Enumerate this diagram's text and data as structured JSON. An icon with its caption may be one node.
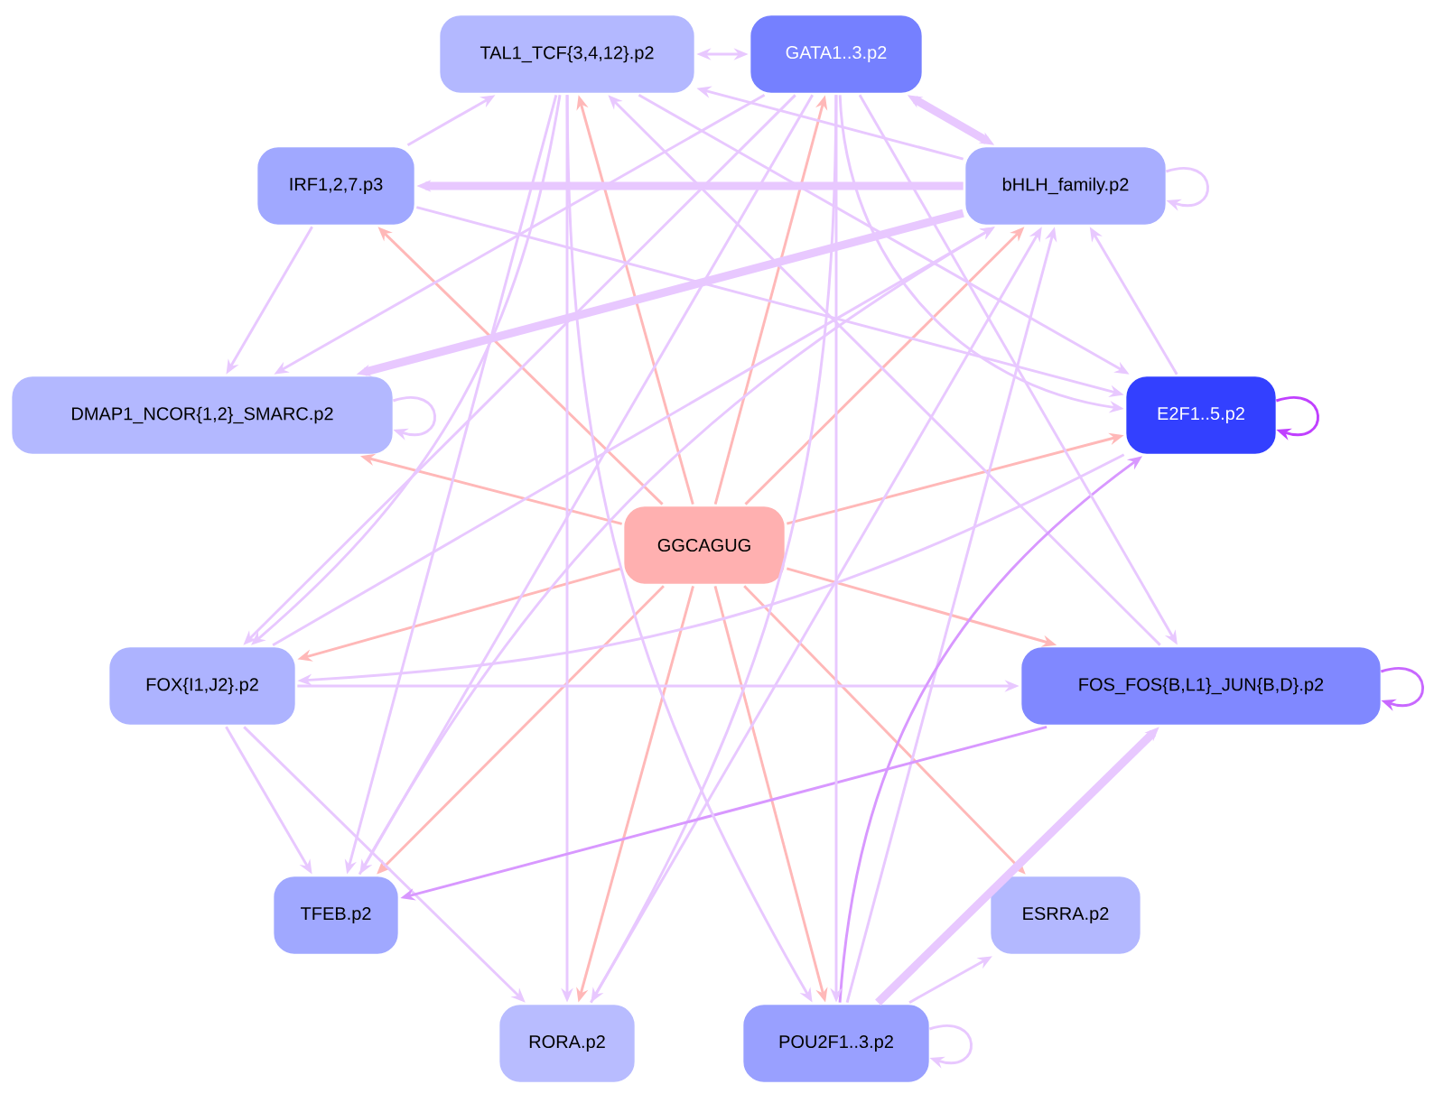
{
  "diagram": {
    "nodes": [
      {
        "text": [
          "GGCAGUG"
        ]
      },
      {
        "text": [
          "TAL1_TCF{3,4,12}.p2"
        ]
      },
      {
        "text": [
          "GATA1..3.p2"
        ]
      },
      {
        "text": [
          "IRF1,2,7.p3"
        ]
      },
      {
        "text": [
          "bHLH_family.p2"
        ]
      },
      {
        "text": [
          "DMAP1_NCOR{1,2}_SMARC.p2"
        ]
      },
      {
        "text": [
          "E2F1..5.p2"
        ]
      },
      {
        "text": [
          "FOX{I1,J2}.p2"
        ]
      },
      {
        "text": [
          "FOS_FOS{B,L1}_JUN{B,D}.p2"
        ]
      },
      {
        "text": [
          "TFEB.p2"
        ]
      },
      {
        "text": [
          "ESRRA.p2"
        ]
      },
      {
        "text": [
          "RORA.p2"
        ]
      },
      {
        "text": [
          "POU2F1..3.p2"
        ]
      }
    ],
    "edges": [
      {
        "from": 0,
        "to": 1,
        "arrow": "to",
        "color": "#ffb8b8"
      },
      {
        "from": 0,
        "to": 2,
        "arrow": "to",
        "color": "#ffb8b8"
      },
      {
        "from": 0,
        "to": 3,
        "arrow": "to",
        "color": "#ffb8b8"
      },
      {
        "from": 0,
        "to": 4,
        "arrow": "to",
        "color": "#ffb8b8"
      },
      {
        "from": 0,
        "to": 5,
        "arrow": "to",
        "color": "#ffb8b8"
      },
      {
        "from": 0,
        "to": 6,
        "arrow": "to",
        "color": "#ffb8b8"
      },
      {
        "from": 0,
        "to": 7,
        "arrow": "to",
        "color": "#ffb8b8"
      },
      {
        "from": 0,
        "to": 8,
        "arrow": "to",
        "color": "#ffb8b8"
      },
      {
        "from": 0,
        "to": 9,
        "arrow": "to",
        "color": "#ffb8b8"
      },
      {
        "from": 0,
        "to": 10,
        "arrow": "to",
        "color": "#ffb8b8"
      },
      {
        "from": 0,
        "to": 11,
        "arrow": "to",
        "color": "#ffb8b8"
      },
      {
        "from": 0,
        "to": 12,
        "arrow": "to",
        "color": "#ffb8b8"
      },
      {
        "from": 3,
        "to": 1,
        "arrow": "to"
      },
      {
        "from": 3,
        "to": 5,
        "arrow": "to"
      },
      {
        "from": 4,
        "to": 3,
        "arrow": "to",
        "style": "thick"
      },
      {
        "from": 3,
        "to": 6,
        "arrow": "to"
      },
      {
        "from": 1,
        "to": 2,
        "arrow": "both"
      },
      {
        "from": 2,
        "to": 4,
        "arrow": "both",
        "style": "thick"
      },
      {
        "from": 4,
        "to": 1,
        "arrow": "to"
      },
      {
        "from": 4,
        "to": 5,
        "arrow": "to",
        "style": "thick"
      },
      {
        "from": 2,
        "to": 5,
        "arrow": "to"
      },
      {
        "from": 2,
        "to": 7,
        "arrow": "to"
      },
      {
        "from": 1,
        "to": 7,
        "arrow": "to"
      },
      {
        "from": 1,
        "to": 9,
        "arrow": "to"
      },
      {
        "from": 1,
        "to": 11,
        "arrow": "to"
      },
      {
        "from": 2,
        "to": 9,
        "arrow": "to"
      },
      {
        "from": 2,
        "to": 11,
        "arrow": "to"
      },
      {
        "from": 2,
        "to": 6,
        "arrow": "to"
      },
      {
        "from": 1,
        "to": 6,
        "arrow": "to"
      },
      {
        "from": 8,
        "to": 1,
        "arrow": "to"
      },
      {
        "from": 6,
        "to": 4,
        "arrow": "to"
      },
      {
        "from": 12,
        "to": 4,
        "arrow": "to"
      },
      {
        "from": 11,
        "to": 4,
        "arrow": "to"
      },
      {
        "from": 9,
        "to": 4,
        "arrow": "to"
      },
      {
        "from": 7,
        "to": 4,
        "arrow": "to"
      },
      {
        "from": 6,
        "to": 7,
        "arrow": "to"
      },
      {
        "from": 7,
        "to": 8,
        "arrow": "to"
      },
      {
        "from": 7,
        "to": 9,
        "arrow": "to"
      },
      {
        "from": 7,
        "to": 11,
        "arrow": "to"
      },
      {
        "from": 8,
        "to": 9,
        "arrow": "to",
        "color": "#d898ff"
      },
      {
        "from": 12,
        "to": 8,
        "arrow": "to",
        "style": "thick"
      },
      {
        "from": 12,
        "to": 10,
        "arrow": "to"
      },
      {
        "from": 12,
        "to": 6,
        "arrow": "to",
        "color": "#d898ff"
      },
      {
        "from": 2,
        "to": 12,
        "arrow": "to"
      },
      {
        "from": 2,
        "to": 8,
        "arrow": "to"
      },
      {
        "from": 1,
        "to": 12,
        "arrow": "to"
      },
      {
        "from": 5,
        "to": 5,
        "arrow": "to"
      },
      {
        "from": 4,
        "to": 4,
        "arrow": "to"
      },
      {
        "from": 6,
        "to": 6,
        "arrow": "to",
        "color": "#c040ff"
      },
      {
        "from": 8,
        "to": 8,
        "arrow": "to",
        "color": "#c868ff"
      },
      {
        "from": 12,
        "to": 12,
        "arrow": "to"
      }
    ]
  }
}
